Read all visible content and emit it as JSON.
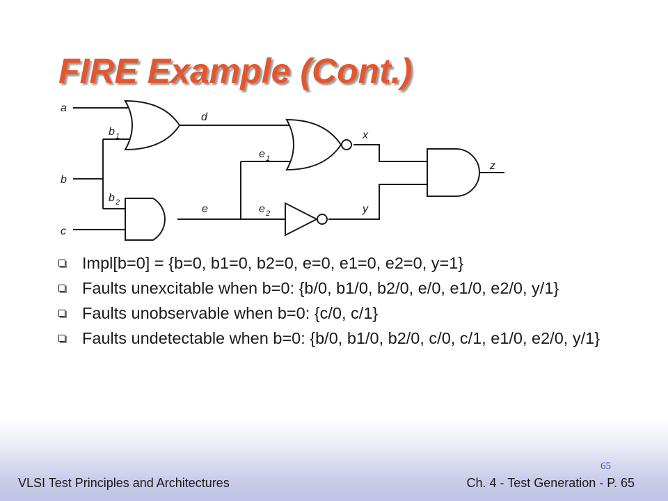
{
  "slide": {
    "title": "FIRE Example (Cont.)",
    "number": "65"
  },
  "diagram": {
    "labels": {
      "a": "a",
      "b": "b",
      "c": "c",
      "b1": "b",
      "b1_sub": "1",
      "b2": "b",
      "b2_sub": "2",
      "d": "d",
      "e": "e",
      "e1": "e",
      "e1_sub": "1",
      "e2": "e",
      "e2_sub": "2",
      "x": "x",
      "y": "y",
      "z": "z"
    }
  },
  "bullets": [
    "Impl[b=0] = {b=0, b1=0, b2=0, e=0, e1=0, e2=0, y=1}",
    "Faults unexcitable when b=0: {b/0, b1/0, b2/0, e/0, e1/0, e2/0, y/1}",
    "Faults unobservable when b=0: {c/0, c/1}",
    "Faults undetectable when b=0: {b/0, b1/0, b2/0, c/0, c/1, e1/0, e2/0, y/1}"
  ],
  "footer": {
    "left": "VLSI Test Principles and Architectures",
    "right": "Ch. 4 - Test Generation - P. 65"
  }
}
